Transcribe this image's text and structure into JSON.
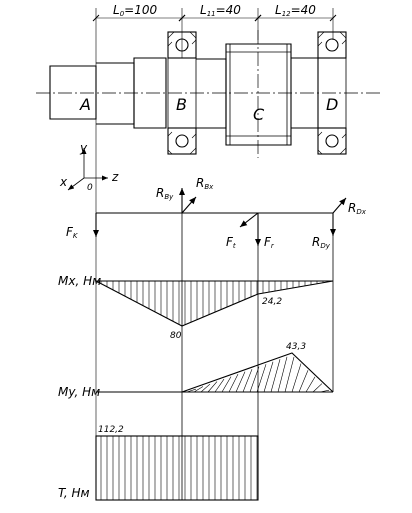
{
  "dimensions": {
    "l0": "L",
    "l0_sub": "0",
    "l0_val": "=100",
    "l11": "L",
    "l11_sub": "11",
    "l11_val": "=40",
    "l12": "L",
    "l12_sub": "12",
    "l12_val": "=40"
  },
  "points": {
    "a": "A",
    "b": "B",
    "c": "C",
    "d": "D"
  },
  "coordinate_axes": {
    "x": "x",
    "y": "y",
    "z": "z",
    "origin": "0"
  },
  "forces": {
    "rby": "R",
    "rby_sub": "By",
    "rbx": "R",
    "rbx_sub": "Bx",
    "rdx": "R",
    "rdx_sub": "Dx",
    "rdy": "R",
    "rdy_sub": "Dy",
    "fk": "F",
    "fk_sub": "K",
    "ft": "F",
    "ft_sub": "t",
    "fr": "F",
    "fr_sub": "r"
  },
  "diagrams": {
    "mx": {
      "label": "Mx, Нм",
      "value_b": "80",
      "value_c": "24,2"
    },
    "my": {
      "label": "My, Нм",
      "value_c": "43,3"
    },
    "t": {
      "label": "T, Нм",
      "value": "112,2"
    }
  }
}
